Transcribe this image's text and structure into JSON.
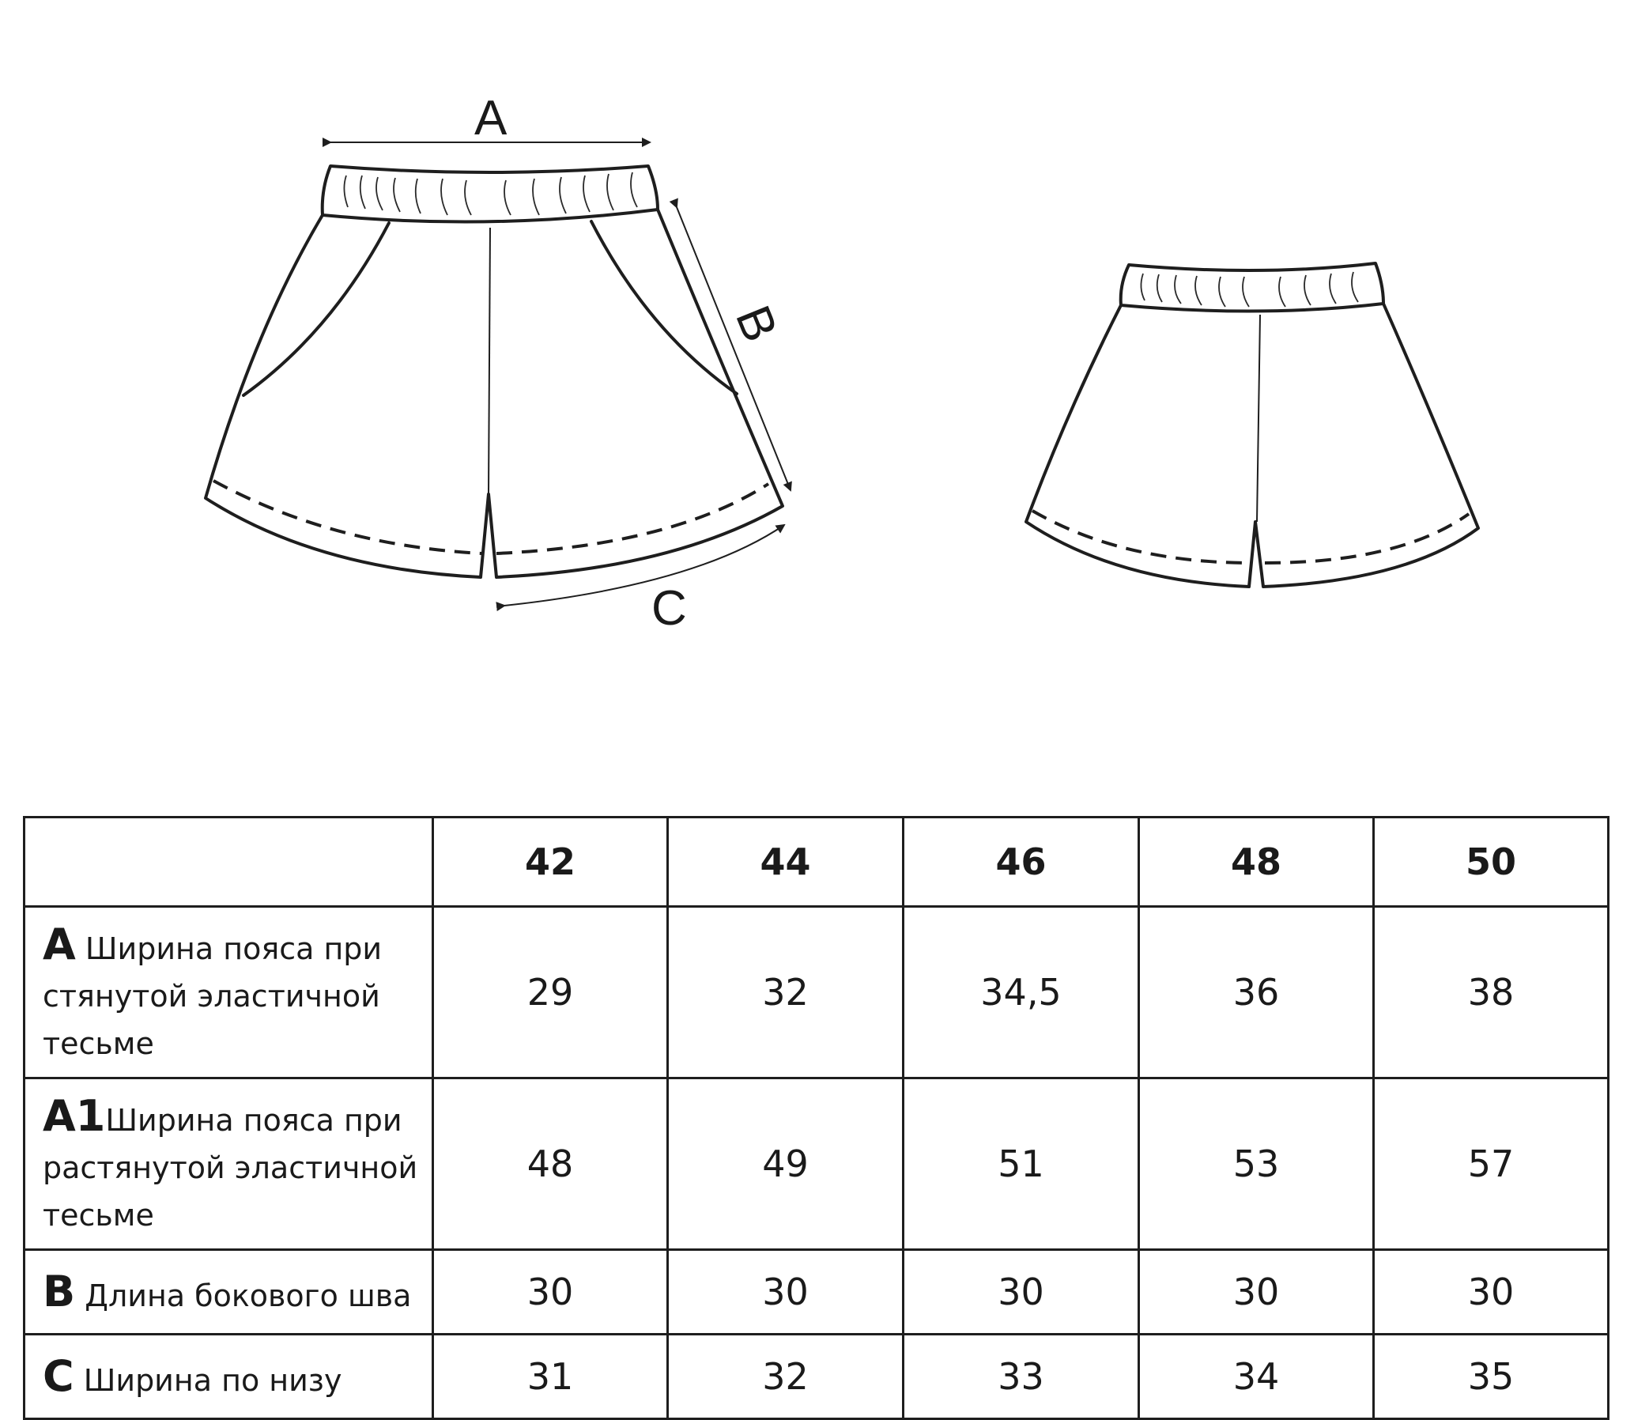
{
  "diagram": {
    "labels": {
      "a": "A",
      "b": "B",
      "c": "C"
    }
  },
  "table": {
    "header_empty": "",
    "sizes": [
      "42",
      "44",
      "46",
      "48",
      "50"
    ],
    "rows": [
      {
        "code": "A",
        "text": "Ширина пояса при стянутой эластичной тесьме",
        "values": [
          "29",
          "32",
          "34,5",
          "36",
          "38"
        ]
      },
      {
        "code": "A1",
        "text": "Ширина пояса при растянутой эластичной тесьме",
        "values": [
          "48",
          "49",
          "51",
          "53",
          "57"
        ]
      },
      {
        "code": "B",
        "text": "Длина бокового шва",
        "values": [
          "30",
          "30",
          "30",
          "30",
          "30"
        ]
      },
      {
        "code": "C",
        "text": "Ширина по низу",
        "values": [
          "31",
          "32",
          "33",
          "34",
          "35"
        ]
      }
    ]
  }
}
